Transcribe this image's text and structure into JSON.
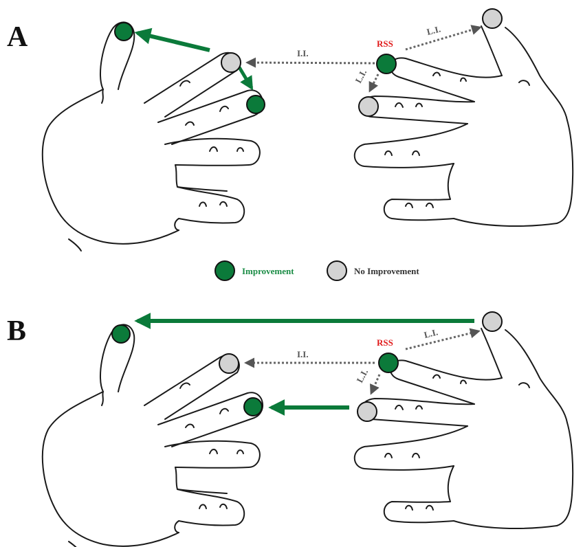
{
  "panels": [
    {
      "letter": "A",
      "rss_label": "RSS",
      "ii_label": "I.I.",
      "li_label_upper": "L.I.",
      "li_label_lower": "L.I."
    },
    {
      "letter": "B",
      "rss_label": "RSS",
      "ii_label": "I.I.",
      "li_label_upper": "L.I.",
      "li_label_lower": "L.I."
    }
  ],
  "legend": {
    "improvement": "Improvement",
    "no_improvement": "No Improvement"
  },
  "colors": {
    "improvement": "#0b7a3a",
    "no_improvement": "#d3d3d3",
    "rss": "#e01b1b",
    "dotted_arrow": "#666666",
    "outline": "#1a1a1a"
  }
}
